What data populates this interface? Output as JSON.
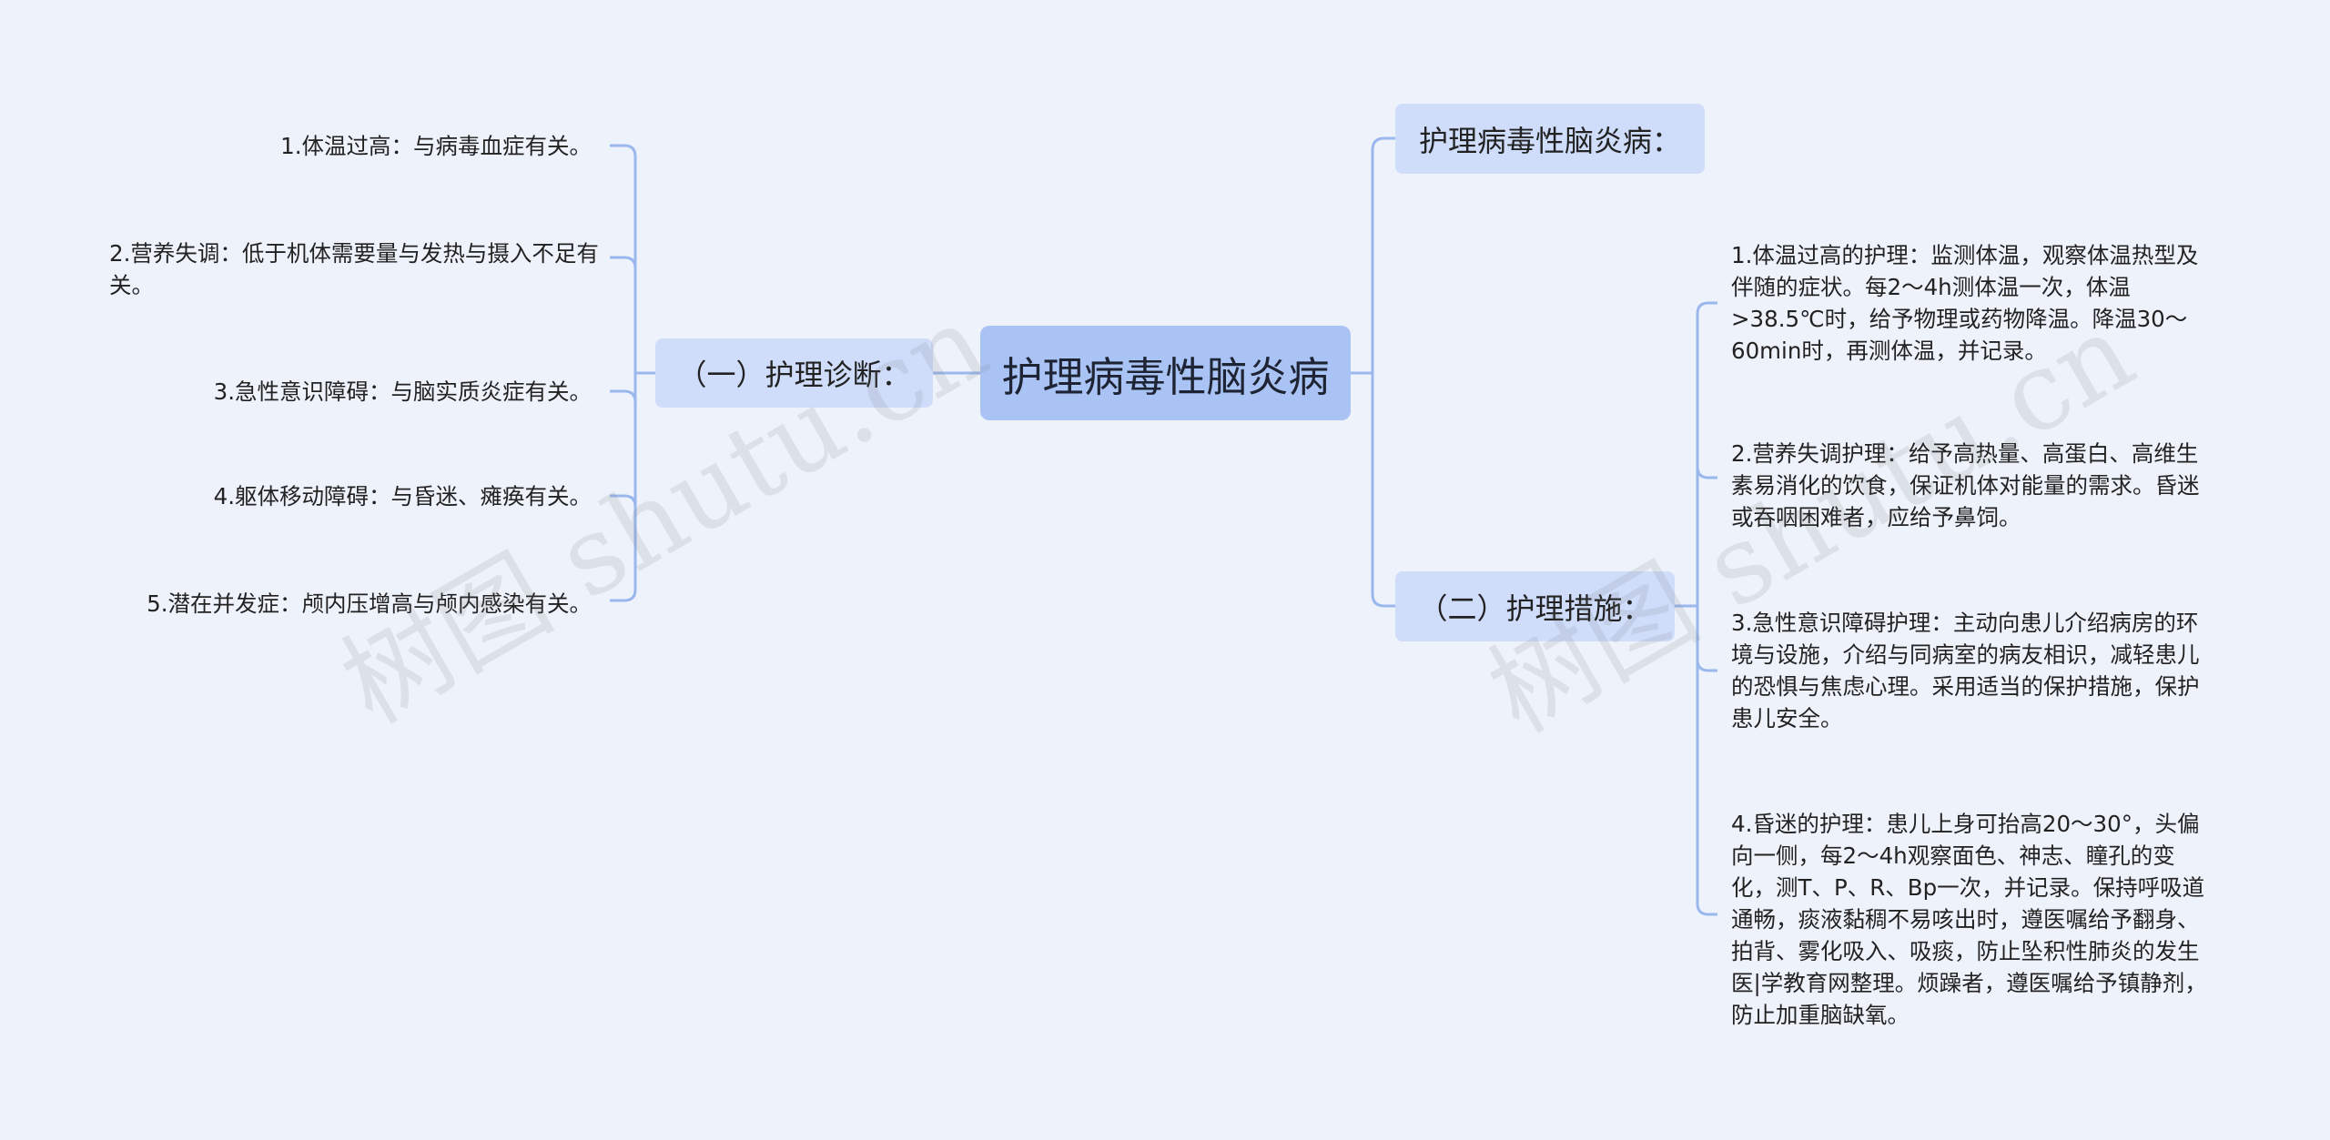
{
  "root": {
    "label": "护理病毒性脑炎病"
  },
  "left_branch": {
    "label": "（一）护理诊断：",
    "items": [
      "1.体温过高：与病毒血症有关。",
      "2.营养失调：低于机体需要量与发热与摄入不足有关。",
      "3.急性意识障碍：与脑实质炎症有关。",
      "4.躯体移动障碍：与昏迷、瘫痪有关。",
      "5.潜在并发症：颅内压增高与颅内感染有关。"
    ]
  },
  "right_top": {
    "label": "护理病毒性脑炎病："
  },
  "right_branch": {
    "label": "（二）护理措施：",
    "items": [
      "1.体温过高的护理：监测体温，观察体温热型及伴随的症状。每2～4h测体温一次，体温>38.5℃时，给予物理或药物降温。降温30～60min时，再测体温，并记录。",
      "2.营养失调护理：给予高热量、高蛋白、高维生素易消化的饮食，保证机体对能量的需求。昏迷或吞咽困难者，应给予鼻饲。",
      "3.急性意识障碍护理：主动向患儿介绍病房的环境与设施，介绍与同病室的病友相识，减轻患儿的恐惧与焦虑心理。采用适当的保护措施，保护患儿安全。",
      "4.昏迷的护理：患儿上身可抬高20～30°，头偏向一侧，每2～4h观察面色、神志、瞳孔的变化，测T、P、R、Bp一次，并记录。保持呼吸道通畅，痰液黏稠不易咳出时，遵医嘱给予翻身、拍背、雾化吸入、吸痰，防止坠积性肺炎的发生医|学教育网整理。烦躁者，遵医嘱给予镇静剂，防止加重脑缺氧。"
    ]
  },
  "watermarks": [
    "树图 shutu.cn",
    "树图 shutu.cn"
  ],
  "colors": {
    "link": "#9ab8ee",
    "root_fill": "#a9c3f5",
    "branch_fill": "#cfddfb",
    "background": "#eef2fb"
  }
}
